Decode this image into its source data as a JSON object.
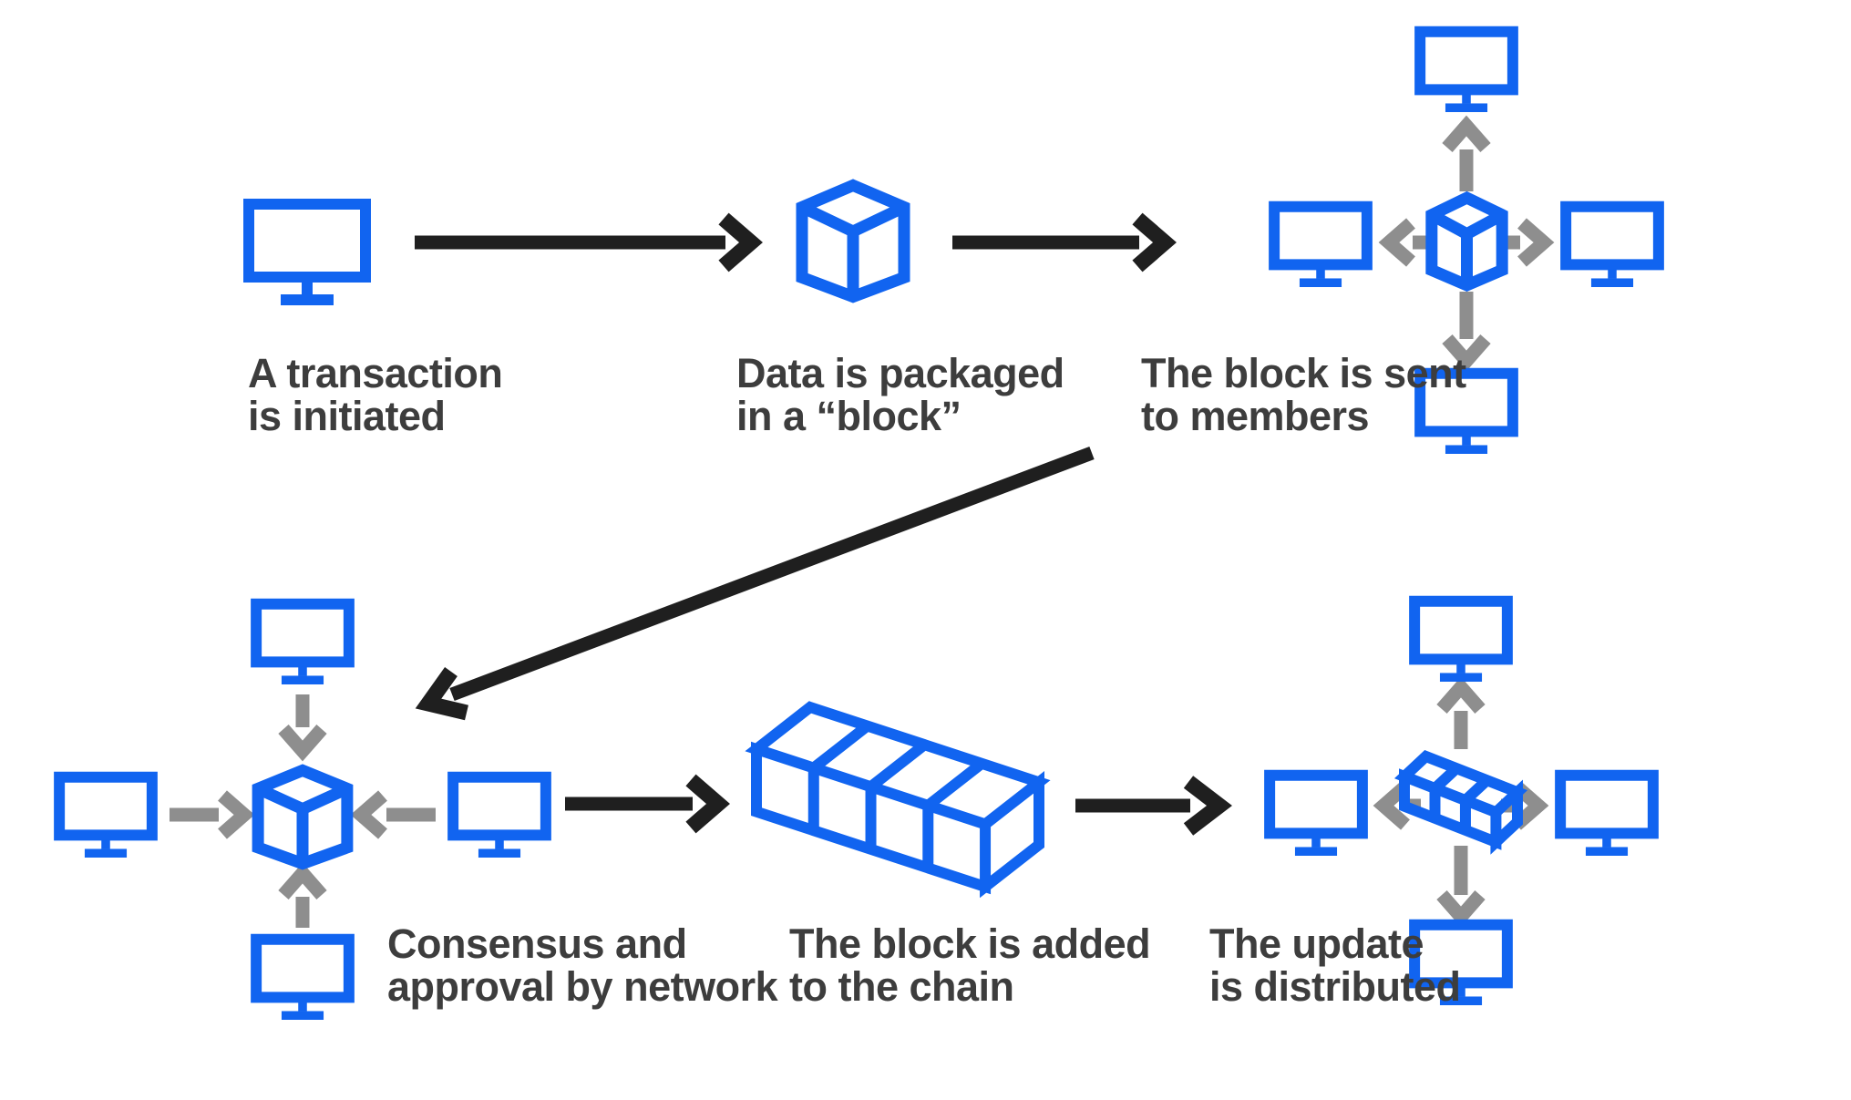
{
  "diagram": {
    "colors": {
      "icon_blue": "#1164F0",
      "arrow_black": "#1F1F1F",
      "arrow_gray": "#8E8E8E",
      "label_text": "#3D3D3D",
      "background": "#FFFFFF"
    },
    "icons": {
      "monitor": "monitor-icon",
      "block": "block-cube-icon",
      "blockchain": "blockchain-chain-icon",
      "black_arrow": "flow-arrow-icon",
      "gray_arrow": "network-arrow-icon"
    },
    "steps": [
      {
        "name": "transaction-initiated",
        "label_line1": "A transaction",
        "label_line2": "is initiated"
      },
      {
        "name": "data-packaged",
        "label_line1": "Data is packaged",
        "label_line2": "in a “block”"
      },
      {
        "name": "block-sent",
        "label_line1": "The block is sent",
        "label_line2": "to members"
      },
      {
        "name": "consensus-approval",
        "label_line1": "Consensus and",
        "label_line2": "approval by network"
      },
      {
        "name": "block-added",
        "label_line1": "The block is added",
        "label_line2": "to the chain"
      },
      {
        "name": "update-distributed",
        "label_line1": "The update",
        "label_line2": "is distributed"
      }
    ]
  }
}
